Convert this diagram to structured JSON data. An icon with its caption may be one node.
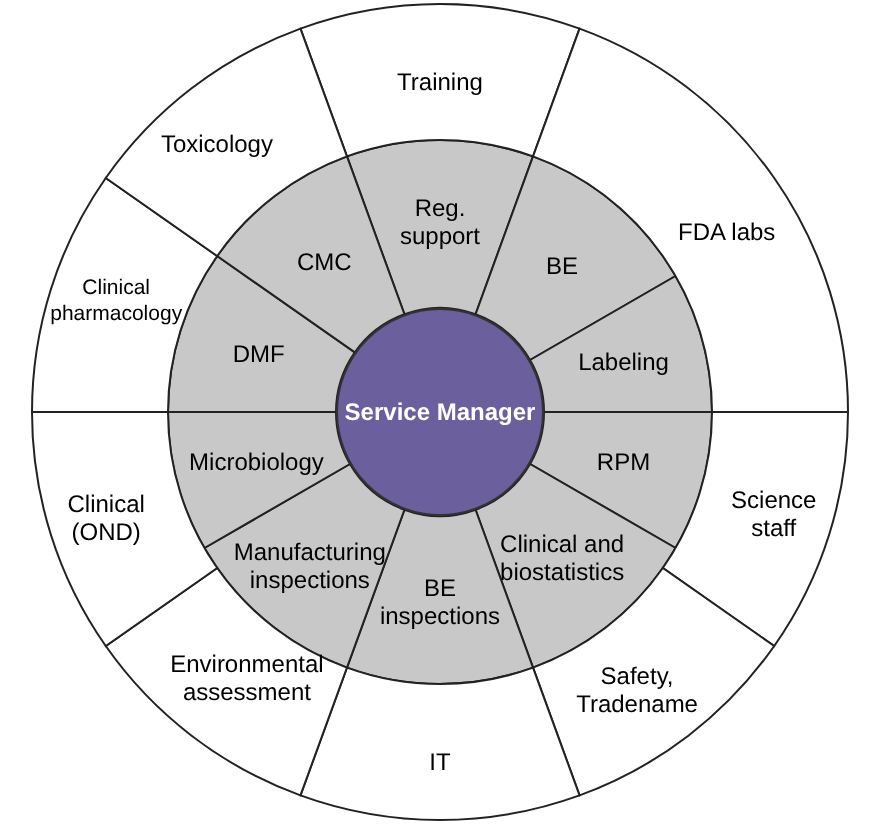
{
  "diagram": {
    "nodes": [
      {
        "text": [
          "Service Manager"
        ]
      },
      {
        "text": [
          "Reg. support"
        ]
      },
      {
        "text": [
          "BE"
        ]
      },
      {
        "text": [
          "Labeling"
        ]
      },
      {
        "text": [
          "RPM"
        ]
      },
      {
        "text": [
          "Clinical and biostatistics"
        ]
      },
      {
        "text": [
          "BE inspections"
        ]
      },
      {
        "text": [
          "Manufacturing inspections"
        ]
      },
      {
        "text": [
          "Microbiology"
        ]
      },
      {
        "text": [
          "DMF"
        ]
      },
      {
        "text": [
          "CMC"
        ]
      },
      {
        "text": [
          "Training"
        ]
      },
      {
        "text": [
          "FDA labs"
        ]
      },
      {
        "text": [
          "Science staff"
        ]
      },
      {
        "text": [
          "Safety, Tradename"
        ]
      },
      {
        "text": [
          "IT"
        ]
      },
      {
        "text": [
          "Environmental assessment"
        ]
      },
      {
        "text": [
          "Clinical (OND)"
        ]
      },
      {
        "text": [
          "Clinical pharmacology"
        ]
      },
      {
        "text": [
          "Toxicology"
        ]
      }
    ]
  }
}
